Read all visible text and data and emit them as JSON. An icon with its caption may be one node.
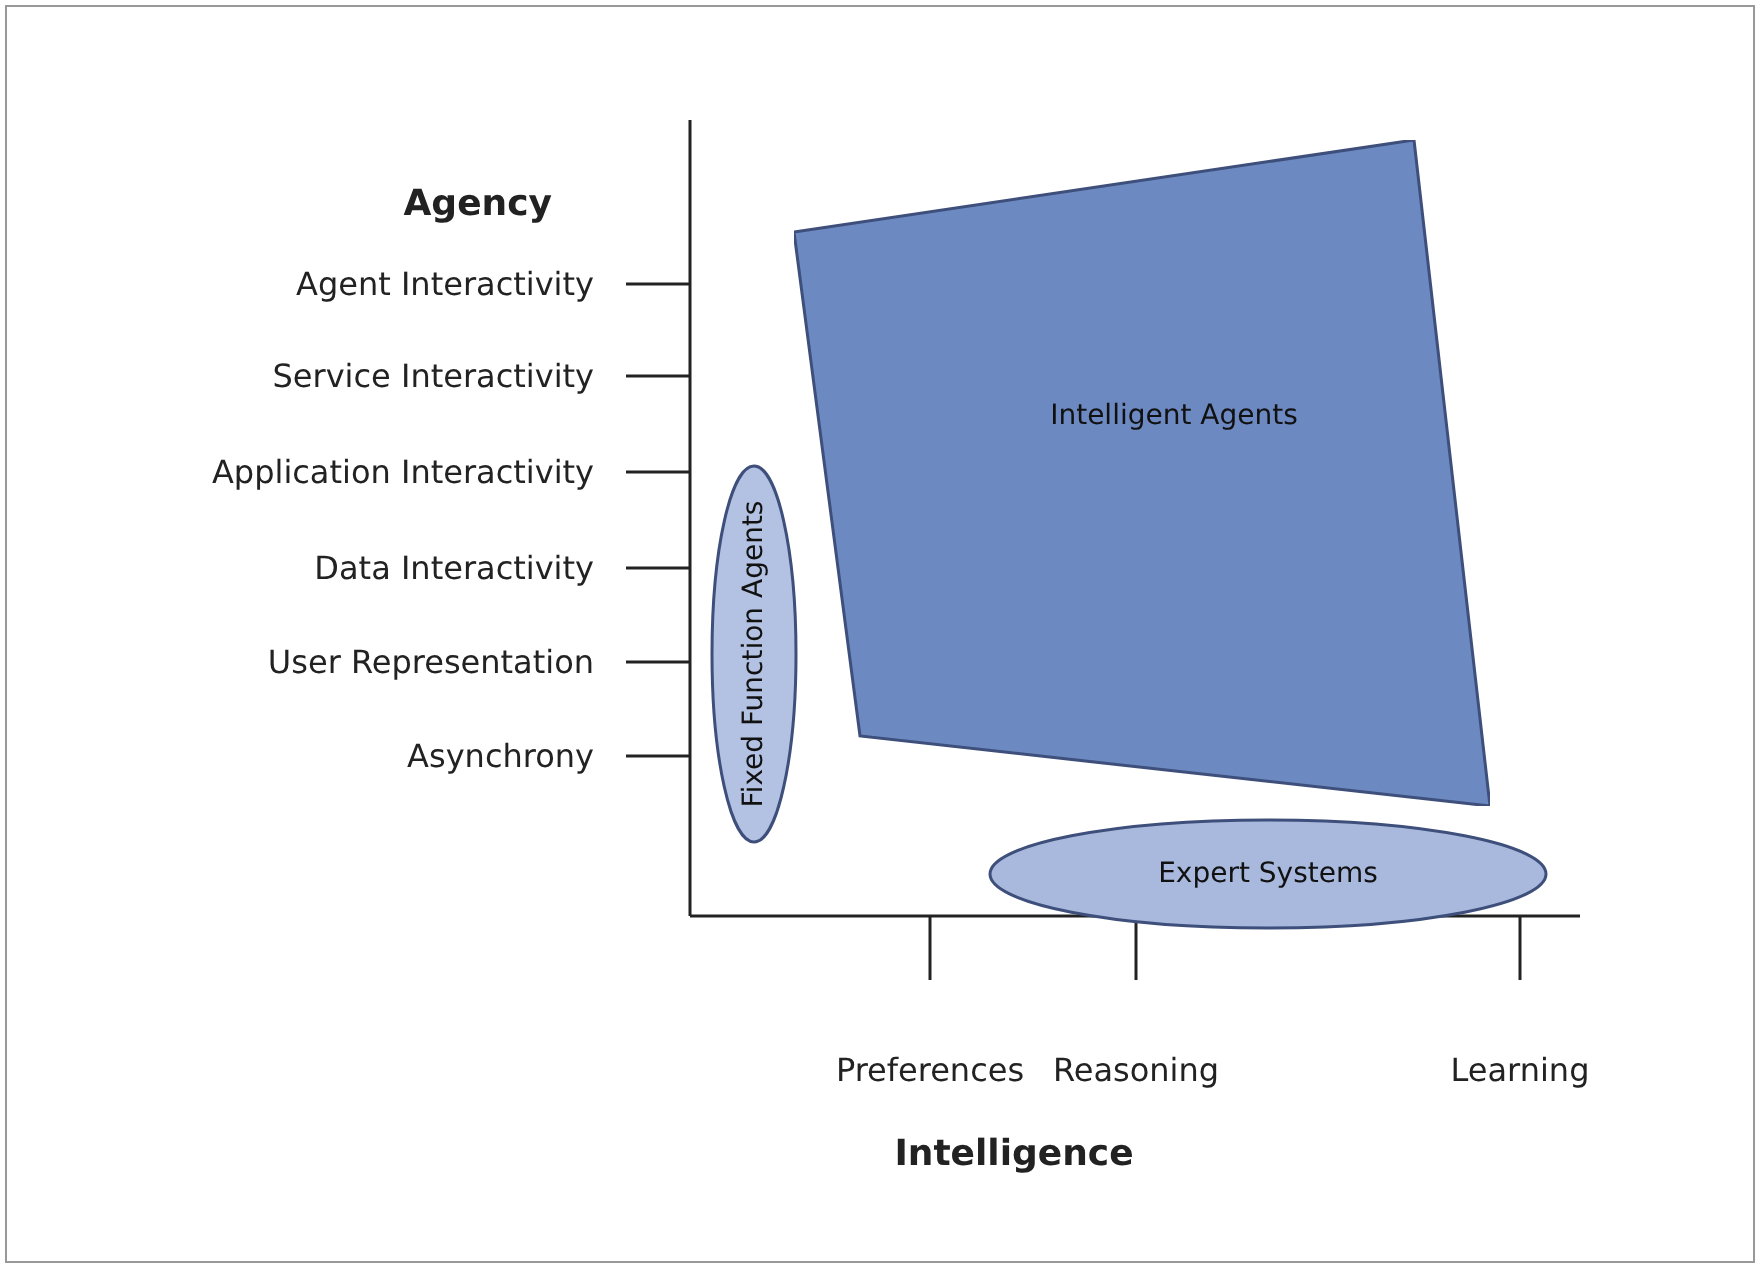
{
  "diagram": {
    "nodes": [
      {
        "text": [
          "Intelligent Agents"
        ]
      },
      {
        "text": [
          "Fixed Function Agents"
        ]
      },
      {
        "text": [
          "Expert Systems"
        ]
      }
    ],
    "labels": [
      "Agency",
      "Agent Interactivity",
      "Service Interactivity",
      "Application Interactivity",
      "Data Interactivity",
      "User Representation",
      "Asynchrony",
      "Preferences",
      "Reasoning",
      "Learning",
      "Intelligence"
    ]
  }
}
